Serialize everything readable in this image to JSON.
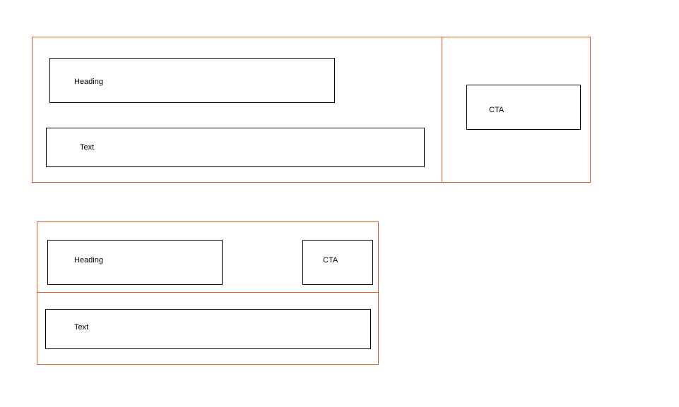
{
  "colors": {
    "container": "#e05a1b",
    "element": "#000000",
    "text": "#000000"
  },
  "layout_a": {
    "heading_label": "Heading",
    "text_label": "Text",
    "cta_label": "CTA"
  },
  "layout_b": {
    "heading_label": "Heading",
    "cta_label": "CTA",
    "text_label": "Text"
  }
}
